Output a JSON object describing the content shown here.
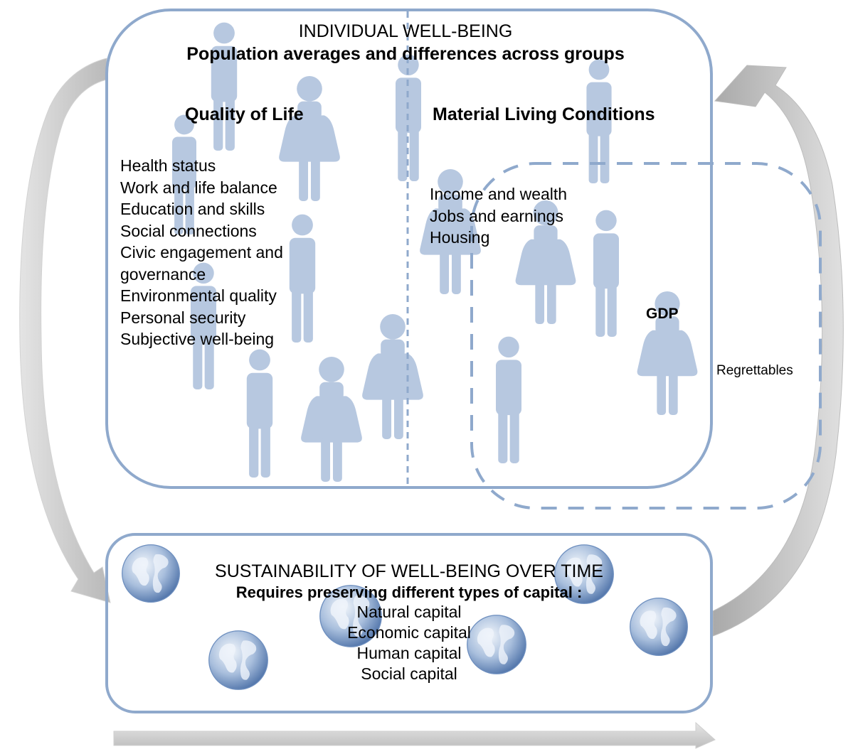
{
  "individual": {
    "title": "INDIVIDUAL WELL-BEING",
    "subtitle": "Population averages and differences across groups",
    "quality_of_life": {
      "heading": "Quality of Life",
      "items": [
        "Health status",
        "Work and life balance",
        "Education and skills",
        "Social connections",
        "Civic engagement and",
        "governance",
        "Environmental quality",
        "Personal security",
        "Subjective well-being"
      ]
    },
    "material_living_conditions": {
      "heading": "Material Living Conditions",
      "items": [
        "Income and wealth",
        "Jobs and earnings",
        "Housing"
      ]
    },
    "gdp_label": "GDP",
    "regrettables_label": "Regrettables"
  },
  "sustainability": {
    "title": "SUSTAINABILITY OF WELL-BEING OVER TIME",
    "subtitle": "Requires preserving different types of capital :",
    "capitals": [
      "Natural capital",
      "Economic capital",
      "Human capital",
      "Social capital"
    ]
  },
  "colors": {
    "box_border": "#8FA9CC",
    "person_fill": "#B7C8E0",
    "dashed_line": "#8FA9CC",
    "arrow_fill": "#CACACA",
    "globe_light": "#E8EFF8",
    "globe_dark": "#5C80B5"
  },
  "icons": {
    "person": "person-figure-icon",
    "person_dress": "person-dress-icon",
    "globe": "globe-icon",
    "arrow": "curved-arrow-icon"
  }
}
